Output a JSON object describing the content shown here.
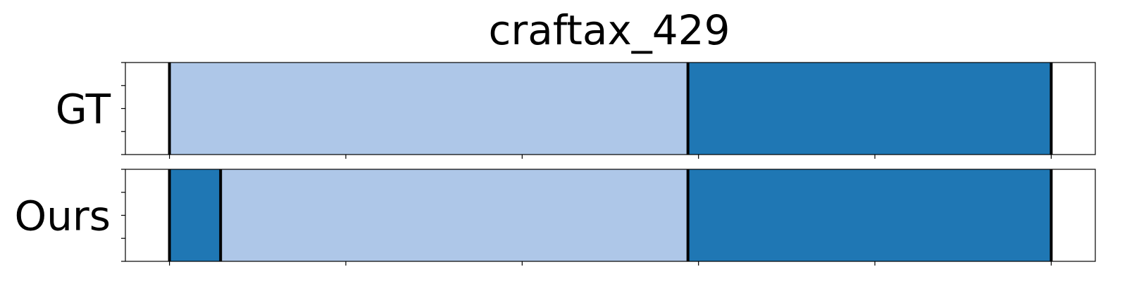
{
  "chart_data": {
    "type": "segmentation",
    "title": "craftax_429",
    "colors": {
      "light": "#aec7e8",
      "dark": "#1f77b4",
      "boundary": "#000000"
    },
    "x_range": [
      -25,
      525
    ],
    "x_ticks": [
      0,
      100,
      200,
      300,
      400,
      500
    ],
    "rows": [
      {
        "label": "GT",
        "segments": [
          {
            "start": 0,
            "end": 294,
            "class": "light"
          },
          {
            "start": 294,
            "end": 500,
            "class": "dark"
          }
        ]
      },
      {
        "label": "Ours",
        "segments": [
          {
            "start": 0,
            "end": 29,
            "class": "dark"
          },
          {
            "start": 29,
            "end": 294,
            "class": "light"
          },
          {
            "start": 294,
            "end": 500,
            "class": "dark"
          }
        ]
      }
    ]
  }
}
